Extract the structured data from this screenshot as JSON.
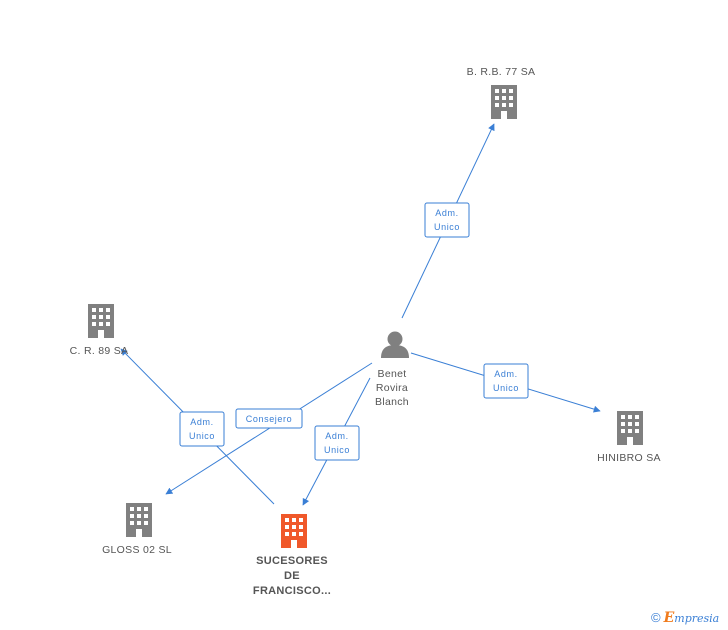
{
  "nodes": {
    "person": {
      "name_lines": [
        "Benet",
        "Rovira",
        "Blanch"
      ],
      "icon": "person-icon",
      "color": "#808080"
    },
    "brb77": {
      "name": "B. R.B. 77 SA",
      "icon": "building-icon",
      "color": "#808080"
    },
    "cr89": {
      "name": "C. R. 89 SA",
      "icon": "building-icon",
      "color": "#808080"
    },
    "hinibro": {
      "name": "HINIBRO SA",
      "icon": "building-icon",
      "color": "#808080"
    },
    "gloss02": {
      "name": "GLOSS 02 SL",
      "icon": "building-icon",
      "color": "#808080"
    },
    "sucesores": {
      "name_lines": [
        "SUCESORES",
        "DE",
        "FRANCISCO..."
      ],
      "icon": "building-icon",
      "color": "#f0582a"
    }
  },
  "edges": {
    "to_brb77": {
      "label_lines": [
        "Adm.",
        "Unico"
      ]
    },
    "to_hinibro": {
      "label_lines": [
        "Adm.",
        "Unico"
      ]
    },
    "to_sucesores": {
      "label_lines": [
        "Adm.",
        "Unico"
      ]
    },
    "to_gloss02": {
      "label_lines": [
        "Consejero"
      ]
    },
    "sucesores_to_cr89": {
      "label_lines": [
        "Adm.",
        "Unico"
      ]
    }
  },
  "colors": {
    "edge": "#3a7fd5",
    "icon": "#808080",
    "highlight": "#f0582a"
  },
  "footer": {
    "copyright": "©",
    "brand_initial": "E",
    "brand_rest": "mpresia"
  }
}
